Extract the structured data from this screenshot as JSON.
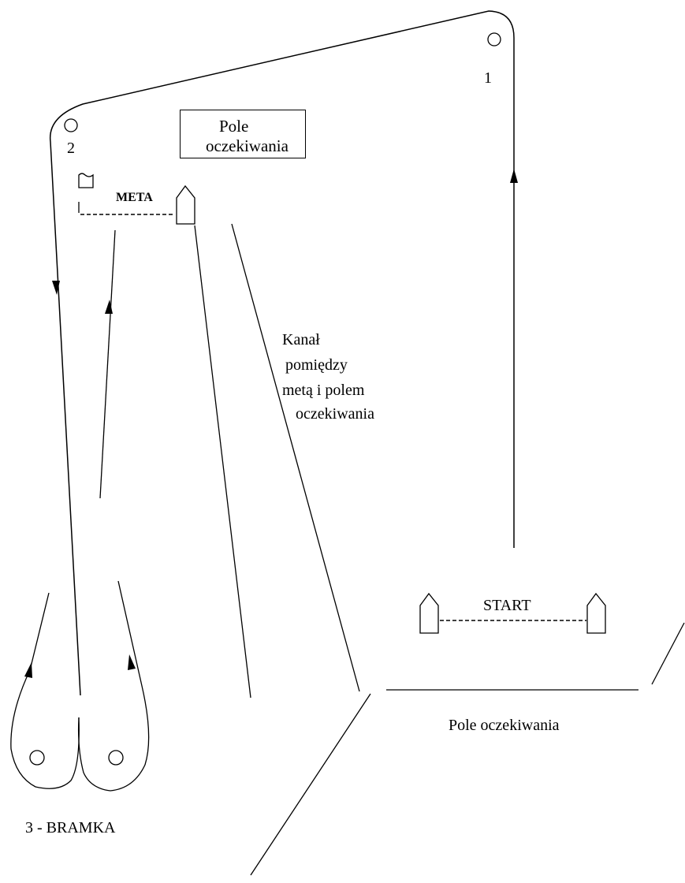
{
  "labels": {
    "mark1_number": "1",
    "mark2_number": "2",
    "waiting_area_top": {
      "line1": "Pole",
      "line2": "oczekiwania"
    },
    "finish": "META",
    "channel": [
      "Kanał",
      "pomiędzy",
      "metą i polem",
      "oczekiwania"
    ],
    "start": "START",
    "waiting_area_bottom": "Pole oczekiwania",
    "gate": "3 - BRAMKA"
  }
}
